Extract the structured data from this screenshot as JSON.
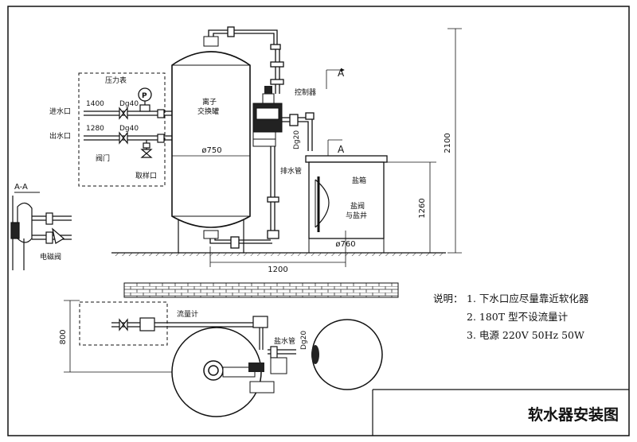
{
  "section": {
    "marker": "A",
    "view_title": "A-A"
  },
  "dimensions": {
    "height_total": "2100",
    "height_brine": "1260",
    "width_spacing": "1200",
    "depth": "800",
    "dia_tank": "ø750",
    "dia_brine": "ø760"
  },
  "labels": {
    "inlet": "进水口",
    "outlet": "出水口",
    "pressure_gauge": "压力表",
    "gauge_symbol": "P",
    "pipe_inlet_height": "1400",
    "pipe_outlet_height": "1280",
    "pipe_dg_in": "Dg40",
    "pipe_dg_out": "Dg40",
    "valve": "阀门",
    "sample_port": "取样口",
    "tank_line1": "离子",
    "tank_line2": "交换罐",
    "controller": "控制器",
    "drain_dg": "Dg20",
    "drain_pipe": "排水管",
    "brine_box": "盐箱",
    "brine_valve_line1": "盐阀",
    "brine_valve_line2": "与盐井",
    "solenoid_valve": "电磁阀",
    "flow_meter": "流量计",
    "brine_pipe": "盐水管",
    "brine_dg": "Dg20"
  },
  "notes": {
    "heading": "说明：",
    "items": [
      "1. 下水口应尽量靠近软化器",
      "2. 180T 型不设流量计",
      "3. 电源 220V 50Hz 50W"
    ]
  },
  "title": "软水器安装图"
}
